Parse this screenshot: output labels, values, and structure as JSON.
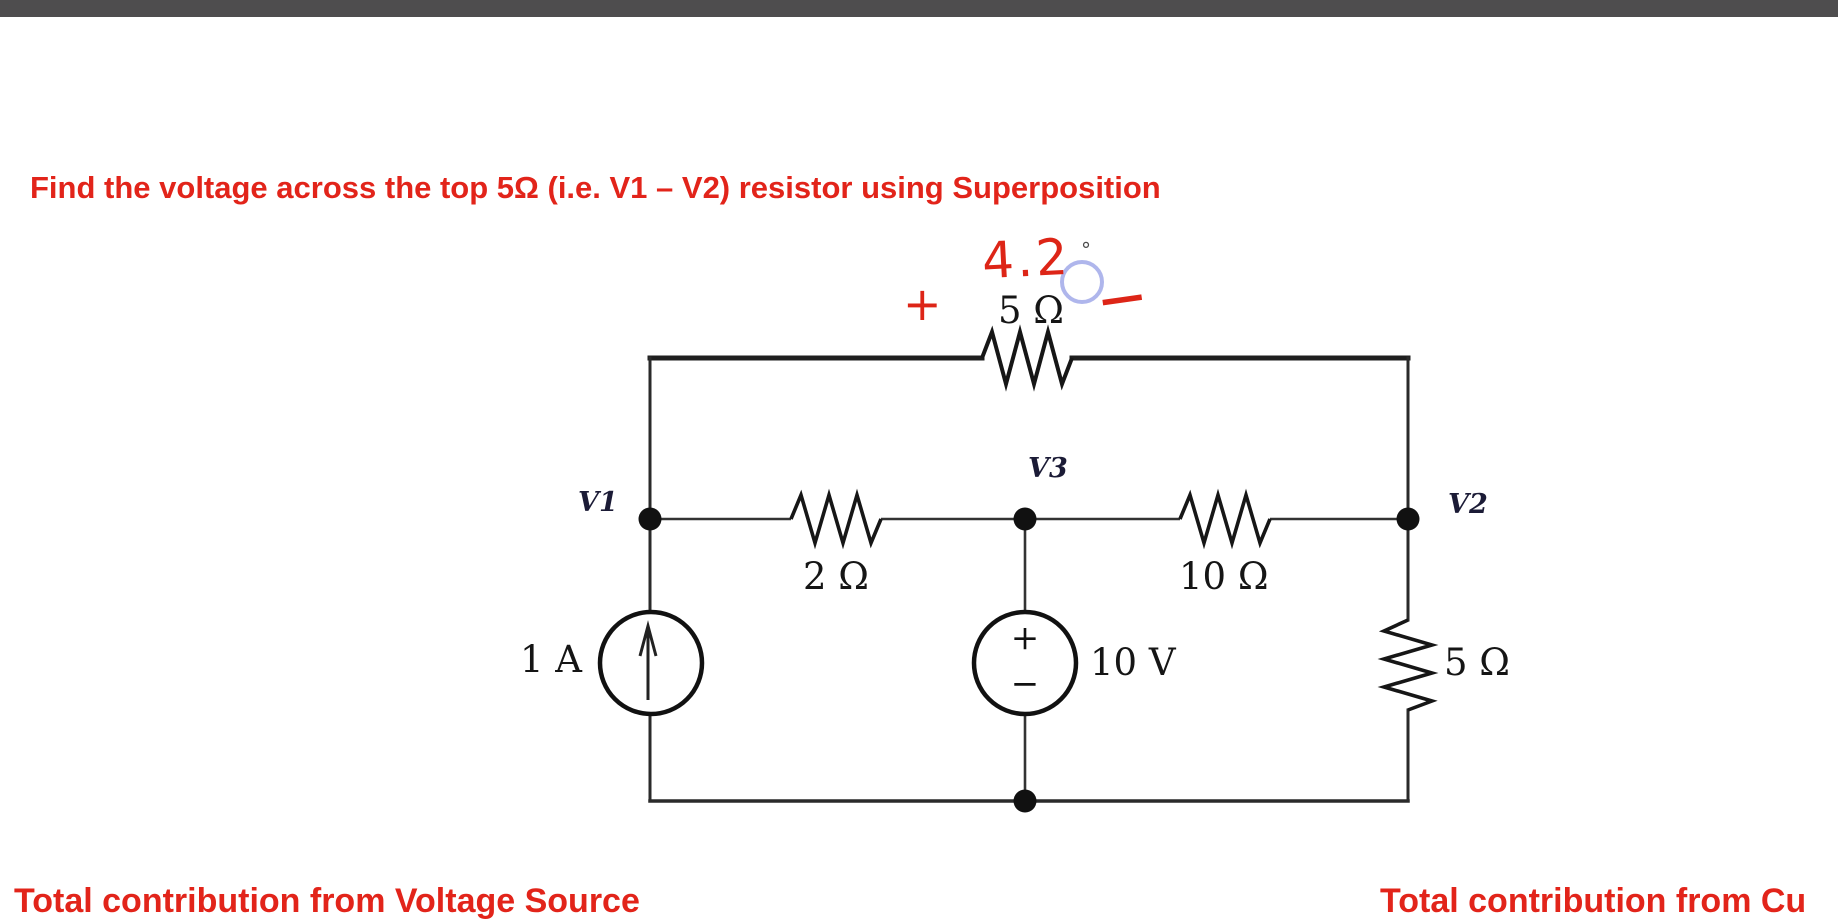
{
  "window": {
    "top_bar_color": "#4e4d4e",
    "background_color": "#ffffff"
  },
  "title": {
    "text": "Find the voltage across the top 5Ω (i.e. V1 – V2) resistor using Superposition",
    "color": "#e2241a"
  },
  "circuit": {
    "nodes": {
      "v1": "V1",
      "v2": "V2",
      "v3": "V3"
    },
    "resistors": {
      "top": "5 Ω",
      "left": "2 Ω",
      "right_mid": "10 Ω",
      "right": "5 Ω"
    },
    "sources": {
      "current": {
        "value": "1 A",
        "type": "current source",
        "direction": "up"
      },
      "voltage": {
        "value": "10 V",
        "plus": "+",
        "minus": "−"
      }
    },
    "annotations": {
      "handwritten_value": "4.2",
      "degree_mark": "°",
      "polarity_plus": "+",
      "polarity_minus": "—",
      "ink_color": "#dd2517",
      "highlight_circle_color": "#a6aeea"
    }
  },
  "footer": {
    "left_text": "Total contribution from Voltage Source",
    "right_text": "Total contribution from Cu",
    "color": "#e2241a"
  }
}
